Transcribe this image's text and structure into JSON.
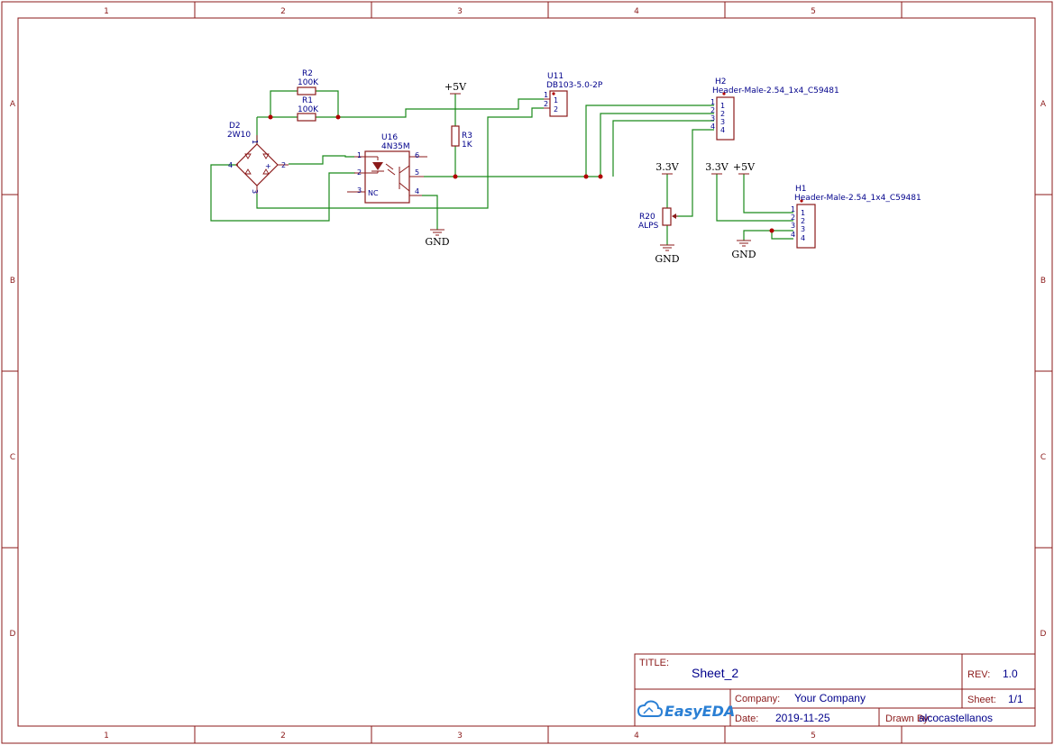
{
  "border": {
    "columns": [
      "1",
      "2",
      "3",
      "4",
      "5"
    ],
    "rows": [
      "A",
      "B",
      "C",
      "D"
    ]
  },
  "components": {
    "r2": {
      "ref": "R2",
      "value": "100K"
    },
    "r1": {
      "ref": "R1",
      "value": "100K"
    },
    "d2": {
      "ref": "D2",
      "value": "2W10",
      "pins": {
        "p1": "1",
        "p2": "2",
        "p3": "3",
        "p4": "4",
        "plus": "+"
      }
    },
    "u16": {
      "ref": "U16",
      "value": "4N35M",
      "pins": {
        "p1": "1",
        "p2": "2",
        "p3": "3",
        "p4": "4",
        "p5": "5",
        "p6": "6",
        "nc": "NC"
      }
    },
    "r3": {
      "ref": "R3",
      "value": "1K"
    },
    "u11": {
      "ref": "U11",
      "value": "DB103-5.0-2P",
      "pins": {
        "p1": "1",
        "p2": "2"
      }
    },
    "h2": {
      "ref": "H2",
      "value": "Header-Male-2.54_1x4_C59481",
      "pins": [
        "1",
        "2",
        "3",
        "4"
      ]
    },
    "h1": {
      "ref": "H1",
      "value": "Header-Male-2.54_1x4_C59481",
      "pins": [
        "1",
        "2",
        "3",
        "4"
      ]
    },
    "r20": {
      "ref": "R20",
      "value": "ALPS"
    }
  },
  "power": {
    "vcc5_a": "+5V",
    "vcc5_b": "+5V",
    "v33_a": "3.3V",
    "v33_b": "3.3V",
    "gnd_a": "GND",
    "gnd_b": "GND",
    "gnd_c": "GND"
  },
  "title_block": {
    "title_label": "TITLE:",
    "title": "Sheet_2",
    "rev_label": "REV:",
    "rev": "1.0",
    "company_label": "Company:",
    "company": "Your Company",
    "sheet_label": "Sheet:",
    "sheet": "1/1",
    "date_label": "Date:",
    "date": "2019-11-25",
    "drawn_label": "Drawn By:",
    "drawn_by": "alcocastellanos",
    "logo": "EasyEDA"
  },
  "colors": {
    "frame": "#8b1a1a",
    "wire": "#1a8a1a",
    "label": "#00008b",
    "junction": "#b00000",
    "logo": "#2a7fd4"
  }
}
